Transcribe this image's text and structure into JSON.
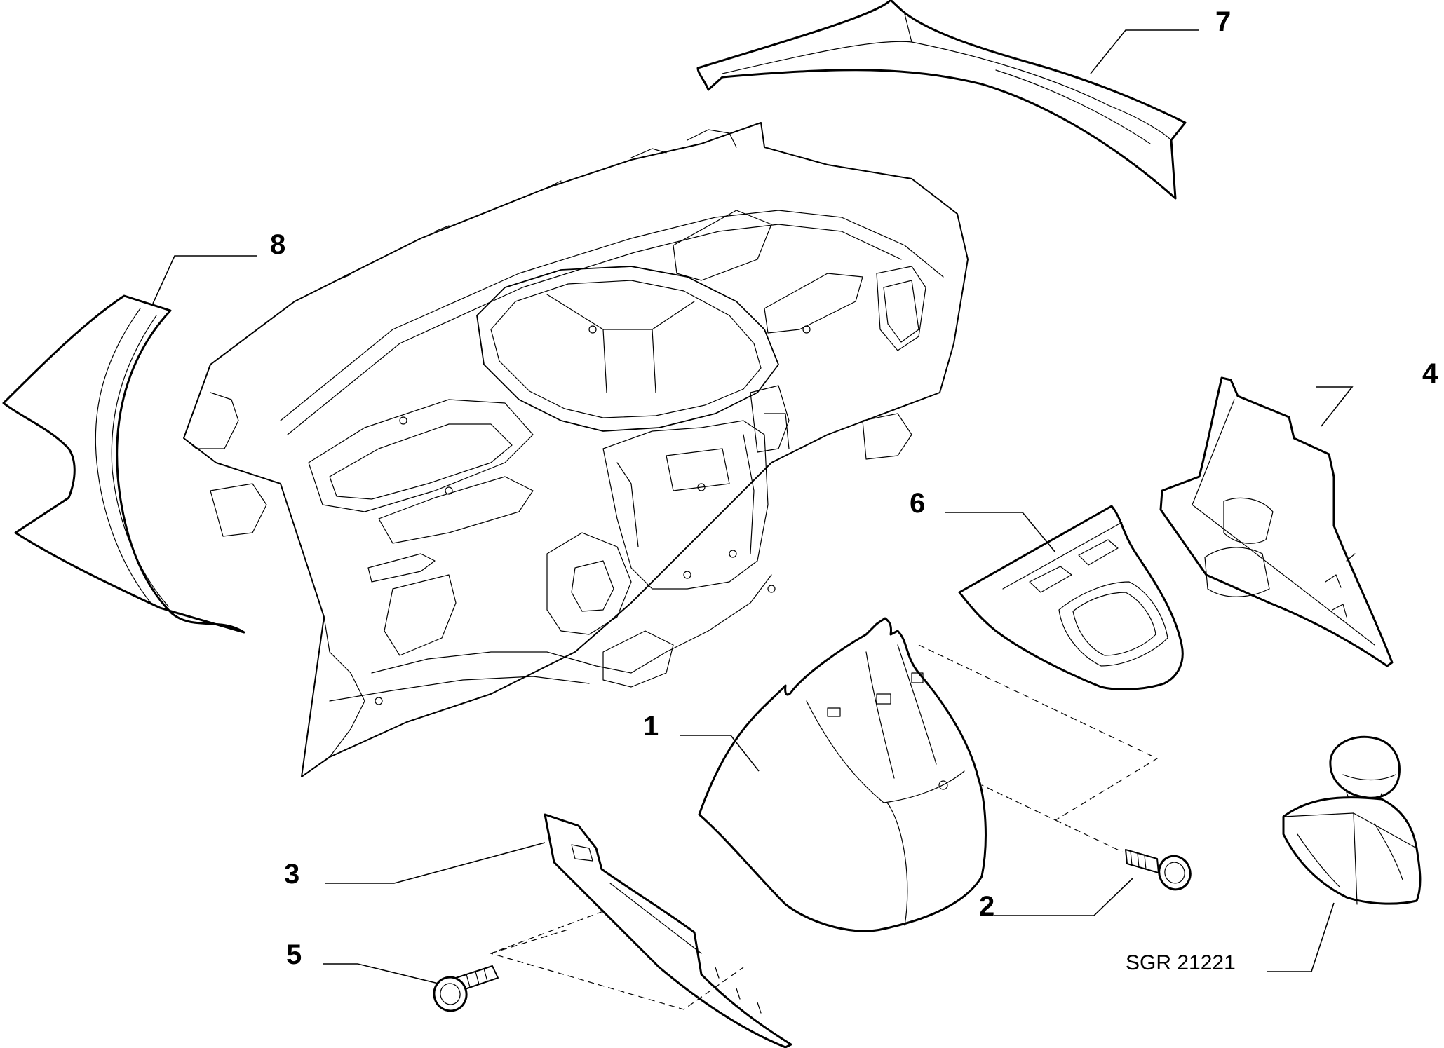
{
  "callouts": {
    "part_1": "1",
    "part_2": "2",
    "part_3": "3",
    "part_4": "4",
    "part_5": "5",
    "part_6": "6",
    "part_7": "7",
    "part_8": "8"
  },
  "reference_code": "SGR 21221"
}
